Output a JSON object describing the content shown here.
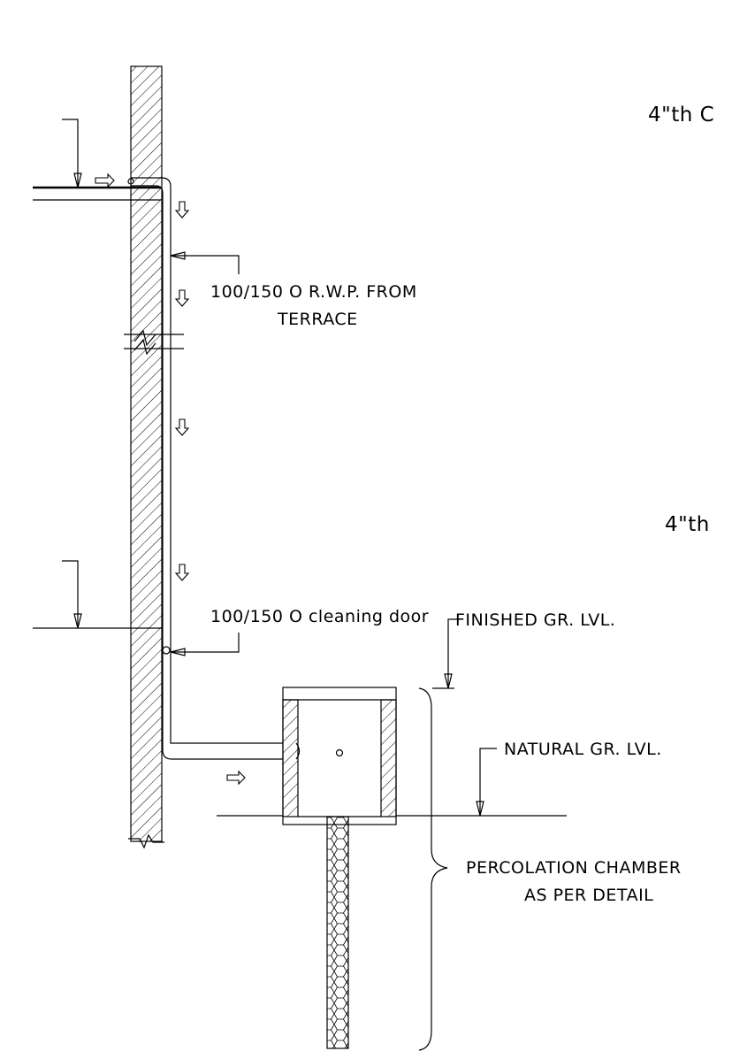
{
  "labels": {
    "level_top": "4\"th C",
    "level_mid": "4\"th",
    "rwp_line1": "100/150 O R.W.P. FROM",
    "rwp_line2": "TERRACE",
    "cleaning_door": "100/150 O cleaning door",
    "finished_ground": "FINISHED GR. LVL.",
    "natural_ground": "NATURAL GR. LVL.",
    "percolation_line1": "PERCOLATION CHAMBER",
    "percolation_line2": "AS PER DETAIL"
  },
  "colors": {
    "ink": "#000000",
    "background": "#ffffff"
  }
}
